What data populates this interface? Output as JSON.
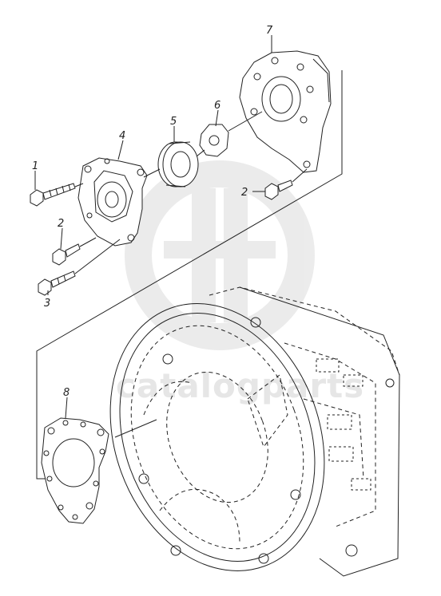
{
  "figure": {
    "callouts": [
      "7",
      "6",
      "5",
      "4",
      "1",
      "2",
      "2",
      "3",
      "8"
    ]
  },
  "watermark": {
    "text": "catalogparts",
    "color": "#e2e2e2"
  },
  "colors": {
    "line": "#222222",
    "paper": "#ffffff"
  }
}
